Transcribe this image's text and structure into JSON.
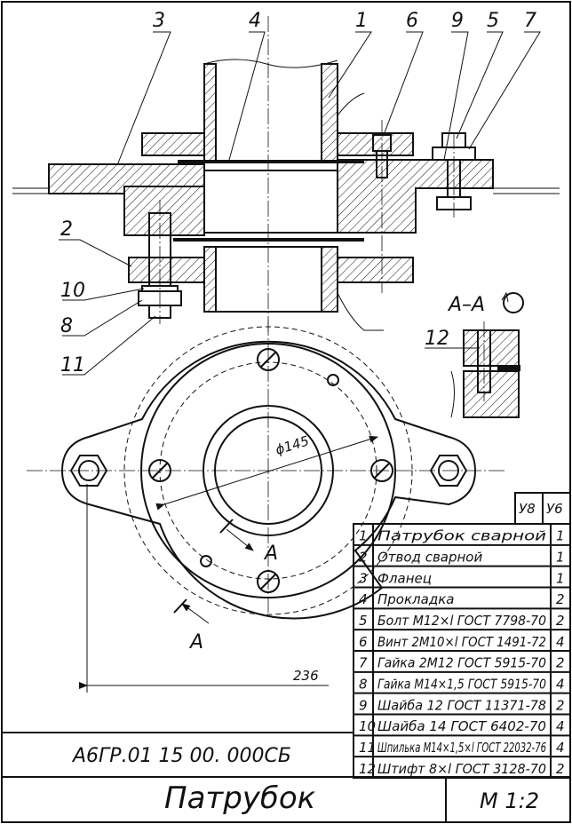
{
  "callouts": [
    {
      "n": "3"
    },
    {
      "n": "4"
    },
    {
      "n": "1"
    },
    {
      "n": "6"
    },
    {
      "n": "9"
    },
    {
      "n": "5"
    },
    {
      "n": "7"
    },
    {
      "n": "2"
    },
    {
      "n": "10"
    },
    {
      "n": "8"
    },
    {
      "n": "11"
    },
    {
      "n": "12"
    }
  ],
  "section_label": "А–А",
  "dimensions": {
    "diameter": "ϕ145",
    "width": "236"
  },
  "cut_marks": {
    "upper": "А",
    "lower": "А"
  },
  "table": {
    "col_headers": [
      "У8",
      "У6"
    ],
    "rows": [
      {
        "n": "1",
        "name": "Патрубок сварной",
        "qty": "1"
      },
      {
        "n": "2",
        "name": "Отвод сварной",
        "qty": "1"
      },
      {
        "n": "3",
        "name": "Фланец",
        "qty": "1"
      },
      {
        "n": "4",
        "name": "Прокладка",
        "qty": "2"
      },
      {
        "n": "5",
        "name": "Болт М12×l ГОСТ 7798-70",
        "qty": "2"
      },
      {
        "n": "6",
        "name": "Винт 2М10×l ГОСТ 1491-72",
        "qty": "4"
      },
      {
        "n": "7",
        "name": "Гайка 2М12 ГОСТ 5915-70",
        "qty": "2"
      },
      {
        "n": "8",
        "name": "Гайка М14×1,5 ГОСТ 5915-70",
        "qty": "4"
      },
      {
        "n": "9",
        "name": "Шайба 12 ГОСТ 11371-78",
        "qty": "2"
      },
      {
        "n": "10",
        "name": "Шайба 14 ГОСТ 6402-70",
        "qty": "4"
      },
      {
        "n": "11",
        "name": "Шпилька М14×1,5×l ГОСТ 22032-76",
        "qty": "4"
      },
      {
        "n": "12",
        "name": "Штифт 8×l ГОСТ 3128-70",
        "qty": "2"
      }
    ]
  },
  "title_block": {
    "doc_code": "А6ГР.01 15 00. 000СБ",
    "title": "Патрубок",
    "scale": "М  1:2"
  }
}
